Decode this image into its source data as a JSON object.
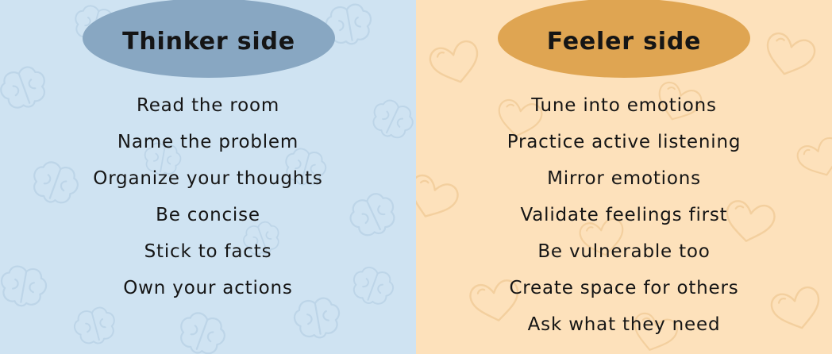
{
  "thinker": {
    "title": "Thinker side",
    "icon": "brain-icon",
    "color": "#88a7c2",
    "background": "#cfe3f2",
    "items": [
      "Read the room",
      "Name the problem",
      "Organize your thoughts",
      "Be concise",
      "Stick to facts",
      "Own your actions"
    ]
  },
  "feeler": {
    "title": "Feeler side",
    "icon": "heart-icon",
    "color": "#dfa552",
    "background": "#fde1bb",
    "items": [
      "Tune into emotions",
      "Practice active listening",
      "Mirror emotions",
      "Validate feelings first",
      "Be vulnerable too",
      "Create space for others",
      "Ask what they need"
    ]
  }
}
